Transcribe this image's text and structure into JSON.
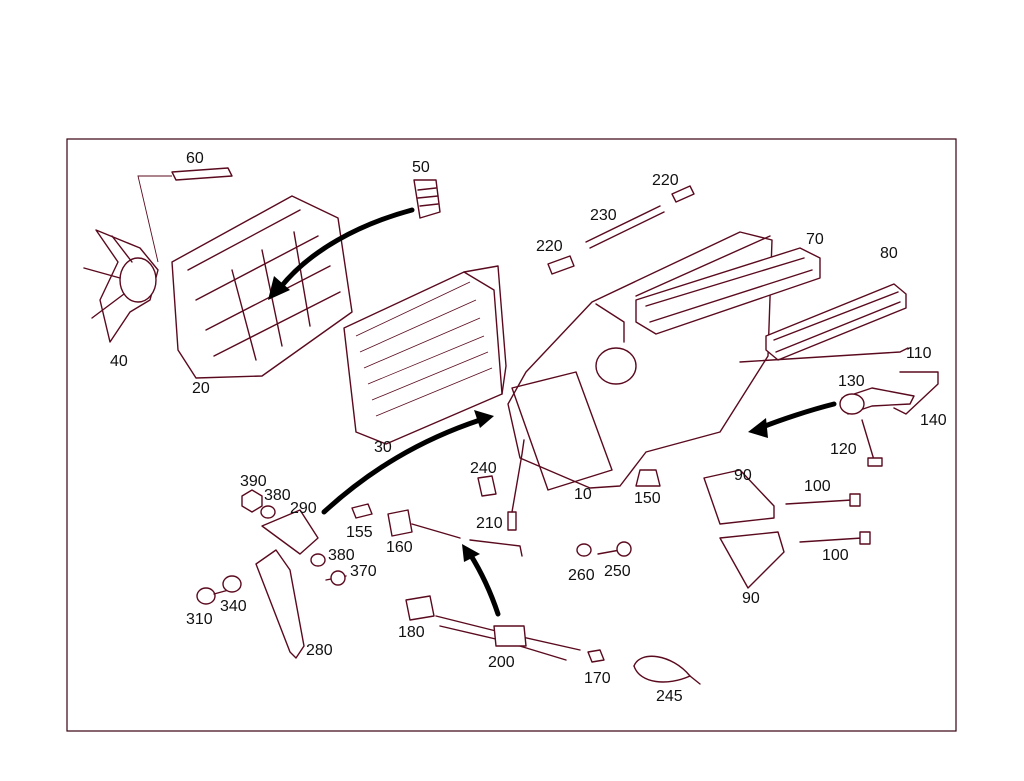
{
  "colors": {
    "line": "#5a0a1e",
    "frame": "#3a0010",
    "arrow": "#000000",
    "background": "#ffffff"
  },
  "callouts": {
    "c60": "60",
    "c50": "50",
    "c220a": "220",
    "c220b": "220",
    "c230": "230",
    "c70": "70",
    "c80": "80",
    "c40": "40",
    "c20": "20",
    "c30": "30",
    "c110": "110",
    "c130": "130",
    "c140": "140",
    "c120": "120",
    "c240": "240",
    "c10": "10",
    "c150": "150",
    "c90a": "90",
    "c90b": "90",
    "c100a": "100",
    "c100b": "100",
    "c390": "390",
    "c380a": "380",
    "c290": "290",
    "c155": "155",
    "c160": "160",
    "c210": "210",
    "c260": "260",
    "c250": "250",
    "c380b": "380",
    "c370": "370",
    "c310": "310",
    "c340": "340",
    "c280": "280",
    "c180": "180",
    "c200": "200",
    "c170": "170",
    "c245": "245"
  }
}
